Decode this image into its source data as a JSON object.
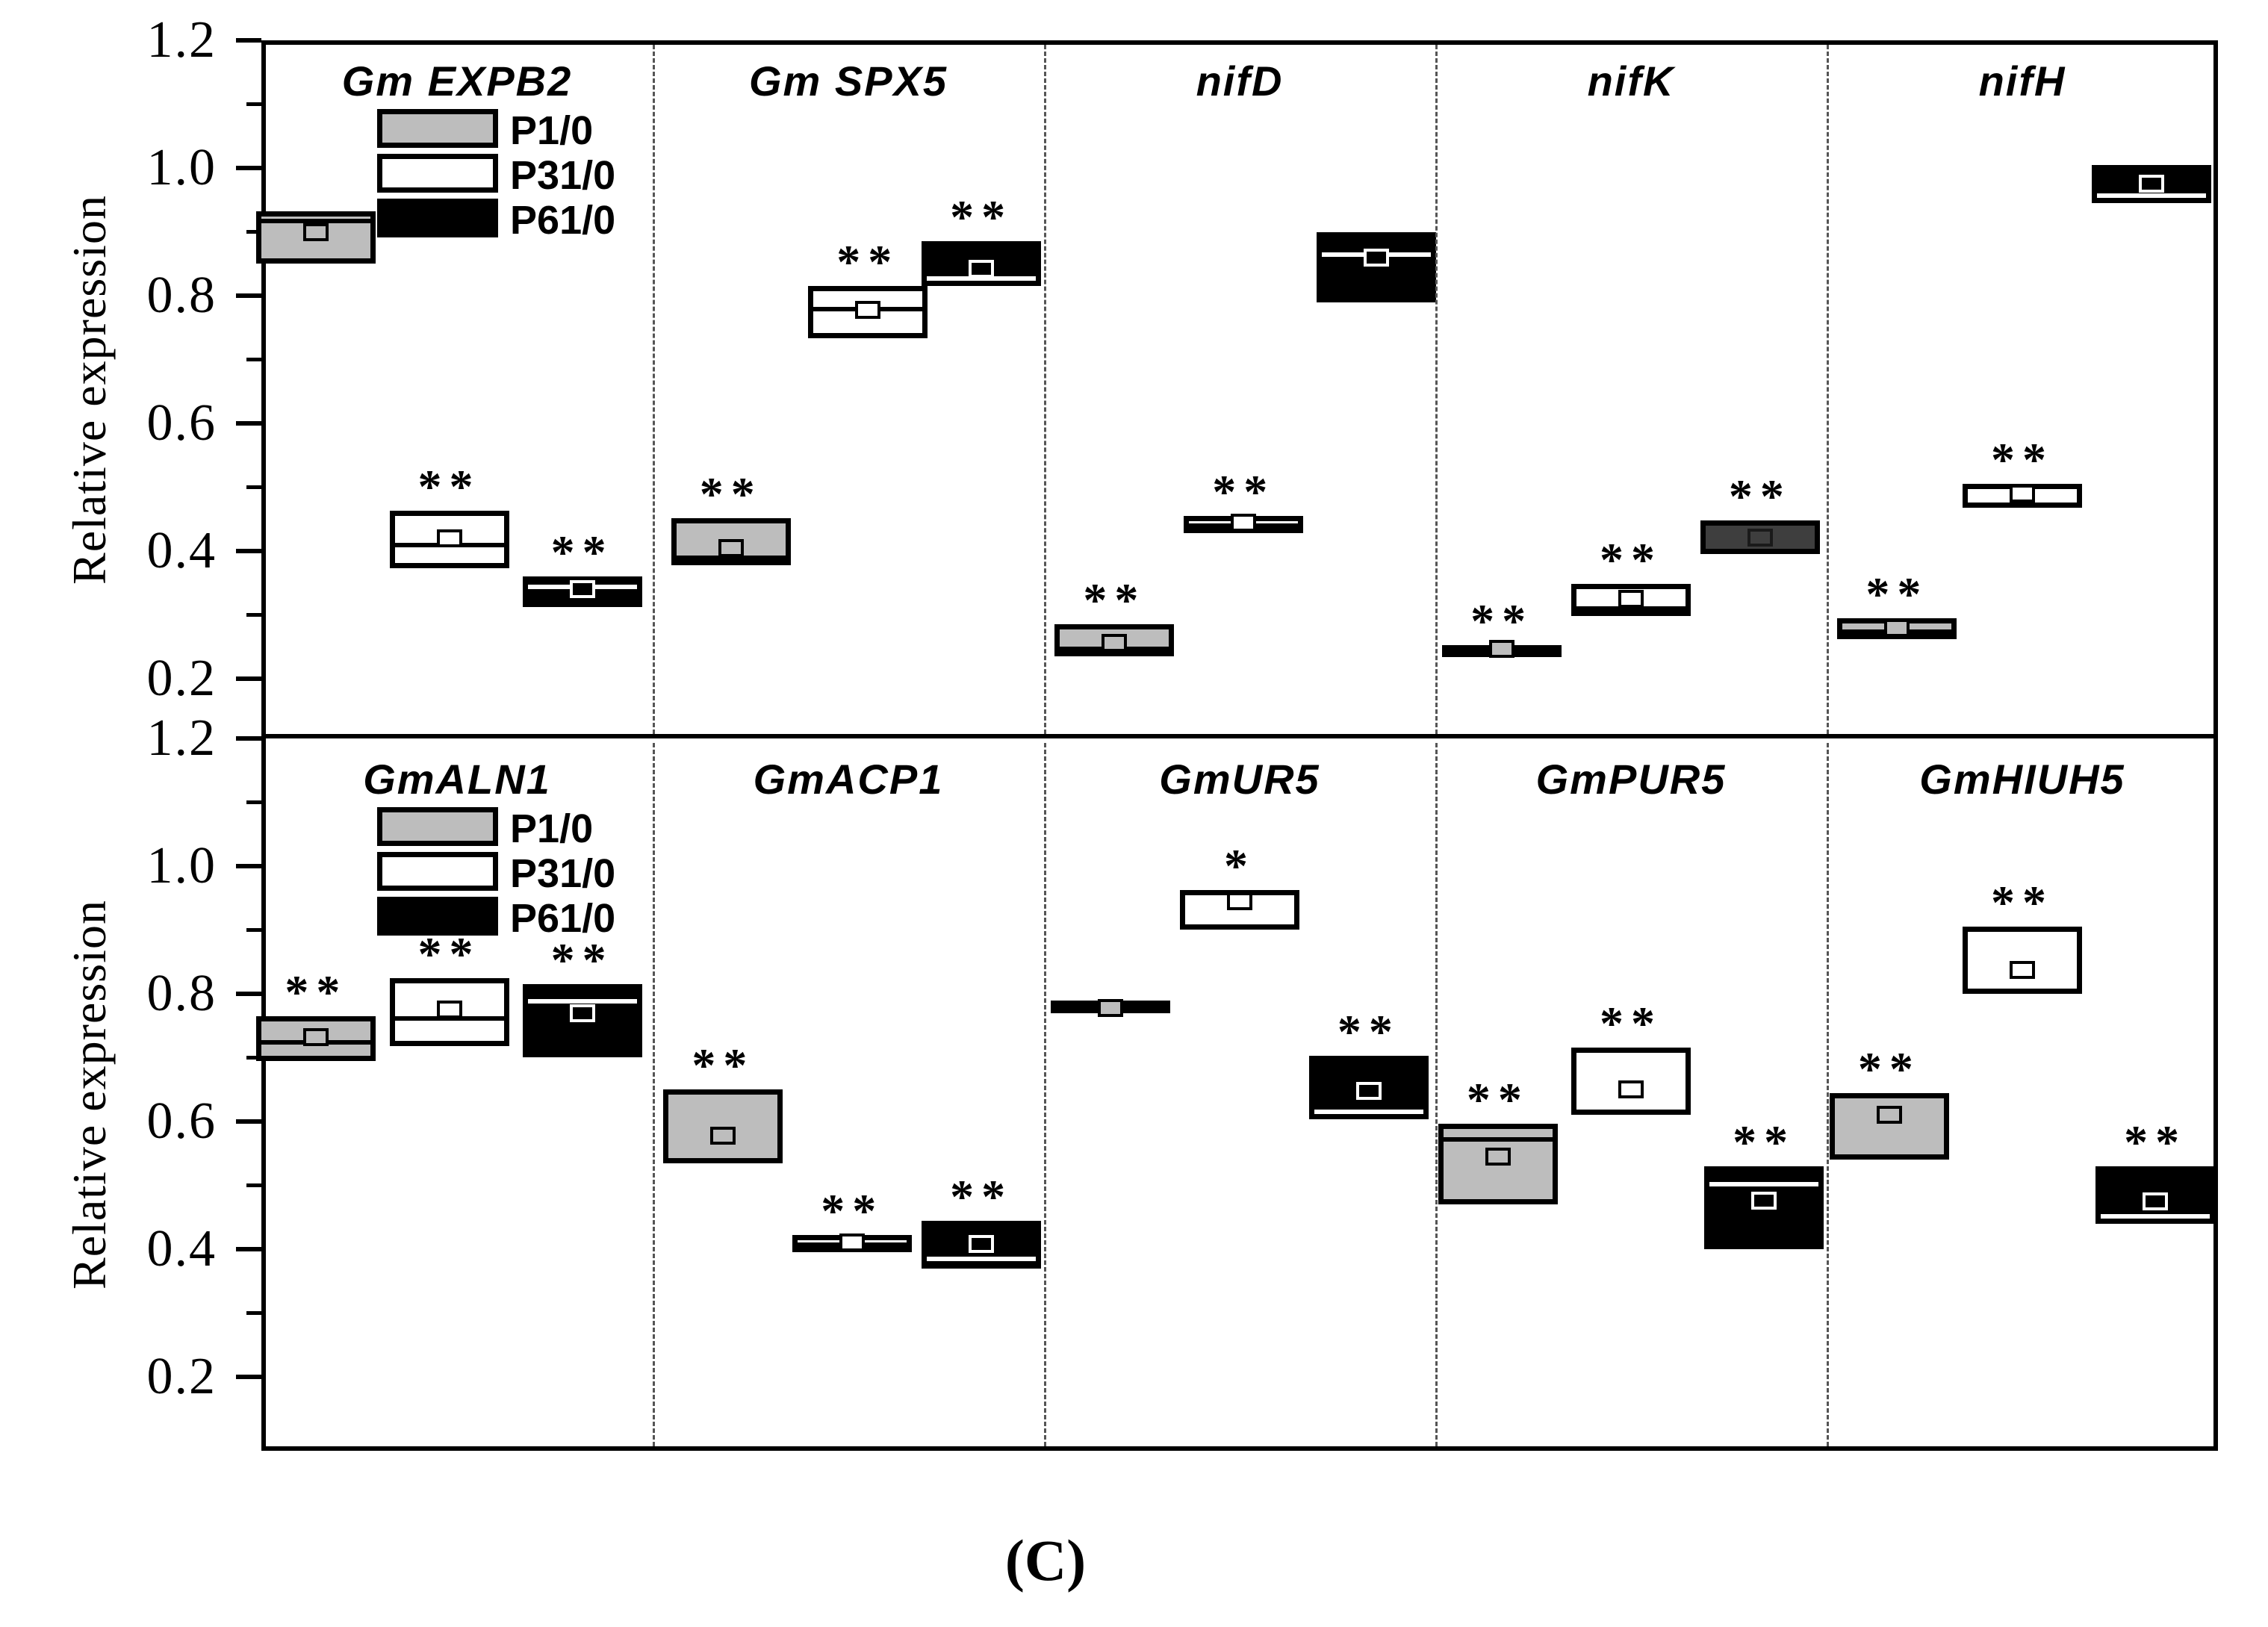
{
  "figure_label": "(C)",
  "chart_data": {
    "type": "box",
    "ylabel": "Relative expression",
    "ylim": [
      0.09,
      1.2
    ],
    "yticks": [
      1.2,
      1.0,
      0.8,
      0.6,
      0.4,
      0.2
    ],
    "ytick_labels": [
      "1.2",
      "1.0",
      "0.8",
      "0.6",
      "0.4",
      "0.2"
    ],
    "minor_yticks": [
      1.1,
      0.9,
      0.7,
      0.5,
      0.3
    ],
    "grid": false,
    "legend": {
      "position": "inside-first-panel",
      "entries": [
        {
          "label": "P1/0",
          "fill": "gray"
        },
        {
          "label": "P31/0",
          "fill": "white"
        },
        {
          "label": "P61/0",
          "fill": "black"
        }
      ]
    },
    "rows": [
      {
        "panels": [
          {
            "title": "Gm EXPB2",
            "show_legend": true,
            "boxes": [
              {
                "series": "P1/0",
                "fill": "gray",
                "x": 0.14,
                "lo": 0.85,
                "hi": 0.932,
                "median": 0.92,
                "mean": 0.9,
                "sig": ""
              },
              {
                "series": "P31/0",
                "fill": "white",
                "x": 0.48,
                "lo": 0.373,
                "hi": 0.463,
                "median": 0.413,
                "mean": 0.42,
                "sig": "**"
              },
              {
                "series": "P61/0",
                "fill": "black",
                "x": 0.82,
                "lo": 0.312,
                "hi": 0.36,
                "median": 0.347,
                "mean": 0.34,
                "sig": "**"
              }
            ]
          },
          {
            "title": "Gm SPX5",
            "show_legend": false,
            "boxes": [
              {
                "series": "P1/0",
                "fill": "gray",
                "x": 0.2,
                "lo": 0.378,
                "hi": 0.452,
                "median": 0.387,
                "mean": 0.405,
                "sig": "**"
              },
              {
                "series": "P31/0",
                "fill": "white",
                "x": 0.55,
                "lo": 0.733,
                "hi": 0.815,
                "median": 0.782,
                "mean": 0.778,
                "sig": "**"
              },
              {
                "series": "P61/0",
                "fill": "black",
                "x": 0.84,
                "lo": 0.815,
                "hi": 0.885,
                "median": 0.822,
                "mean": 0.842,
                "sig": "**"
              }
            ]
          },
          {
            "title": "nifD",
            "show_legend": false,
            "boxes": [
              {
                "series": "P1/0",
                "fill": "gray",
                "x": 0.18,
                "lo": 0.235,
                "hi": 0.285,
                "median": 0.243,
                "mean": 0.256,
                "sig": "**"
              },
              {
                "series": "P31/0",
                "fill": "white",
                "x": 0.51,
                "lo": 0.428,
                "hi": 0.455,
                "median": 0.44,
                "mean": 0.444,
                "sig": "**"
              },
              {
                "series": "P61/0",
                "fill": "black",
                "x": 0.85,
                "lo": 0.79,
                "hi": 0.9,
                "median": 0.868,
                "mean": 0.86,
                "sig": ""
              }
            ]
          },
          {
            "title": "nifK",
            "show_legend": false,
            "boxes": [
              {
                "series": "P1/0",
                "fill": "gray",
                "x": 0.17,
                "lo": 0.24,
                "hi": 0.253,
                "median": 0.246,
                "mean": 0.247,
                "sig": "**"
              },
              {
                "series": "P31/0",
                "fill": "white",
                "x": 0.5,
                "lo": 0.298,
                "hi": 0.348,
                "median": 0.31,
                "mean": 0.325,
                "sig": "**"
              },
              {
                "series": "P61/0",
                "fill": "darkgray",
                "x": 0.83,
                "lo": 0.395,
                "hi": 0.448,
                "median": null,
                "mean": 0.421,
                "sig": "**"
              }
            ]
          },
          {
            "title": "nifH",
            "show_legend": false,
            "boxes": [
              {
                "series": "P1/0",
                "fill": "gray",
                "x": 0.18,
                "lo": 0.262,
                "hi": 0.295,
                "median": 0.268,
                "mean": 0.28,
                "sig": "**"
              },
              {
                "series": "P31/0",
                "fill": "white",
                "x": 0.5,
                "lo": 0.468,
                "hi": 0.505,
                "median": null,
                "mean": 0.49,
                "sig": "**"
              },
              {
                "series": "P61/0",
                "fill": "black",
                "x": 0.83,
                "lo": 0.945,
                "hi": 1.005,
                "median": 0.958,
                "mean": 0.975,
                "sig": ""
              }
            ]
          }
        ]
      },
      {
        "panels": [
          {
            "title": "GmALN1",
            "show_legend": true,
            "boxes": [
              {
                "series": "P1/0",
                "fill": "gray",
                "x": 0.14,
                "lo": 0.695,
                "hi": 0.765,
                "median": 0.728,
                "mean": 0.732,
                "sig": "**"
              },
              {
                "series": "P31/0",
                "fill": "white",
                "x": 0.48,
                "lo": 0.718,
                "hi": 0.825,
                "median": 0.765,
                "mean": 0.775,
                "sig": "**"
              },
              {
                "series": "P61/0",
                "fill": "black",
                "x": 0.82,
                "lo": 0.7,
                "hi": 0.815,
                "median": 0.792,
                "mean": 0.77,
                "sig": "**"
              }
            ]
          },
          {
            "title": "GmACP1",
            "show_legend": false,
            "boxes": [
              {
                "series": "P1/0",
                "fill": "gray",
                "x": 0.18,
                "lo": 0.535,
                "hi": 0.65,
                "median": null,
                "mean": 0.578,
                "sig": "**"
              },
              {
                "series": "P31/0",
                "fill": "white",
                "x": 0.51,
                "lo": 0.395,
                "hi": 0.422,
                "median": 0.408,
                "mean": 0.411,
                "sig": "**"
              },
              {
                "series": "P61/0",
                "fill": "black",
                "x": 0.84,
                "lo": 0.37,
                "hi": 0.445,
                "median": 0.388,
                "mean": 0.408,
                "sig": "**"
              }
            ]
          },
          {
            "title": "GmUR5",
            "show_legend": false,
            "boxes": [
              {
                "series": "P1/0",
                "fill": "gray",
                "x": 0.17,
                "lo": 0.77,
                "hi": 0.79,
                "median": 0.778,
                "mean": 0.778,
                "sig": ""
              },
              {
                "series": "P31/0",
                "fill": "white",
                "x": 0.5,
                "lo": 0.9,
                "hi": 0.963,
                "median": null,
                "mean": 0.945,
                "sig": "*"
              },
              {
                "series": "P61/0",
                "fill": "black",
                "x": 0.83,
                "lo": 0.603,
                "hi": 0.703,
                "median": 0.61,
                "mean": 0.648,
                "sig": "**"
              }
            ]
          },
          {
            "title": "GmPUR5",
            "show_legend": false,
            "boxes": [
              {
                "series": "P1/0",
                "fill": "gray",
                "x": 0.16,
                "lo": 0.47,
                "hi": 0.597,
                "median": 0.575,
                "mean": 0.545,
                "sig": "**"
              },
              {
                "series": "P31/0",
                "fill": "white",
                "x": 0.5,
                "lo": 0.61,
                "hi": 0.716,
                "median": null,
                "mean": 0.65,
                "sig": "**"
              },
              {
                "series": "P61/0",
                "fill": "black",
                "x": 0.84,
                "lo": 0.4,
                "hi": 0.53,
                "median": 0.505,
                "mean": 0.476,
                "sig": "**"
              }
            ]
          },
          {
            "title": "GmHIUH5",
            "show_legend": false,
            "boxes": [
              {
                "series": "P1/0",
                "fill": "gray",
                "x": 0.16,
                "lo": 0.54,
                "hi": 0.645,
                "median": null,
                "mean": 0.61,
                "sig": "**"
              },
              {
                "series": "P31/0",
                "fill": "white",
                "x": 0.5,
                "lo": 0.8,
                "hi": 0.905,
                "median": null,
                "mean": 0.838,
                "sig": "**"
              },
              {
                "series": "P61/0",
                "fill": "black",
                "x": 0.84,
                "lo": 0.44,
                "hi": 0.53,
                "median": 0.455,
                "mean": 0.475,
                "sig": "**"
              }
            ]
          }
        ]
      }
    ]
  },
  "colors": {
    "gray": "#bdbdbd",
    "white": "#ffffff",
    "black": "#000000",
    "darkgray": "#3e3e3e",
    "divider": "#555555",
    "axis": "#000000"
  }
}
